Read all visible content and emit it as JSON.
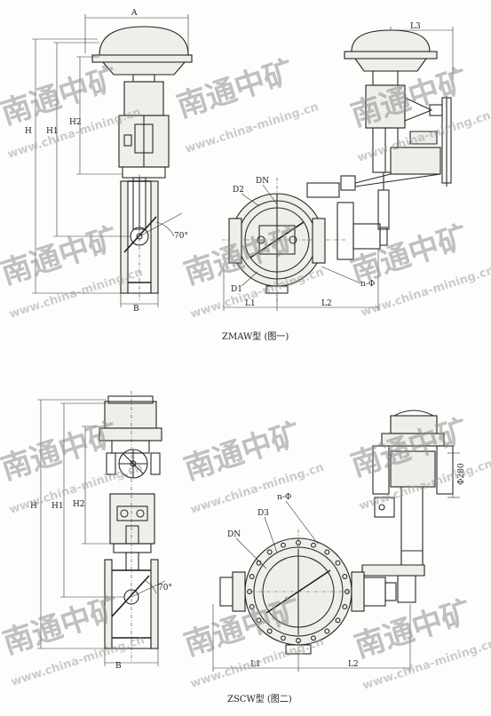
{
  "figure1": {
    "caption": "ZMAW型 (图一)",
    "dims": {
      "A": "A",
      "H": "H",
      "H1": "H1",
      "H2": "H2",
      "B": "B",
      "angle": "70°",
      "L1": "L1",
      "L2": "L2",
      "L3": "L3",
      "DN": "DN",
      "D1": "D1",
      "D2": "D2",
      "n_phi": "n-Φ"
    }
  },
  "figure2": {
    "caption": "ZSCW型 (图二)",
    "dims": {
      "H": "H",
      "H1": "H1",
      "H2": "H2",
      "B": "B",
      "angle": "70°",
      "L1": "L1",
      "L2": "L2",
      "DN": "DN",
      "D3": "D3",
      "n_phi": "n-Φ",
      "dia280": "Φ280"
    }
  },
  "watermark": {
    "brand": "南通中矿",
    "url": "www.china-mining.cn"
  }
}
